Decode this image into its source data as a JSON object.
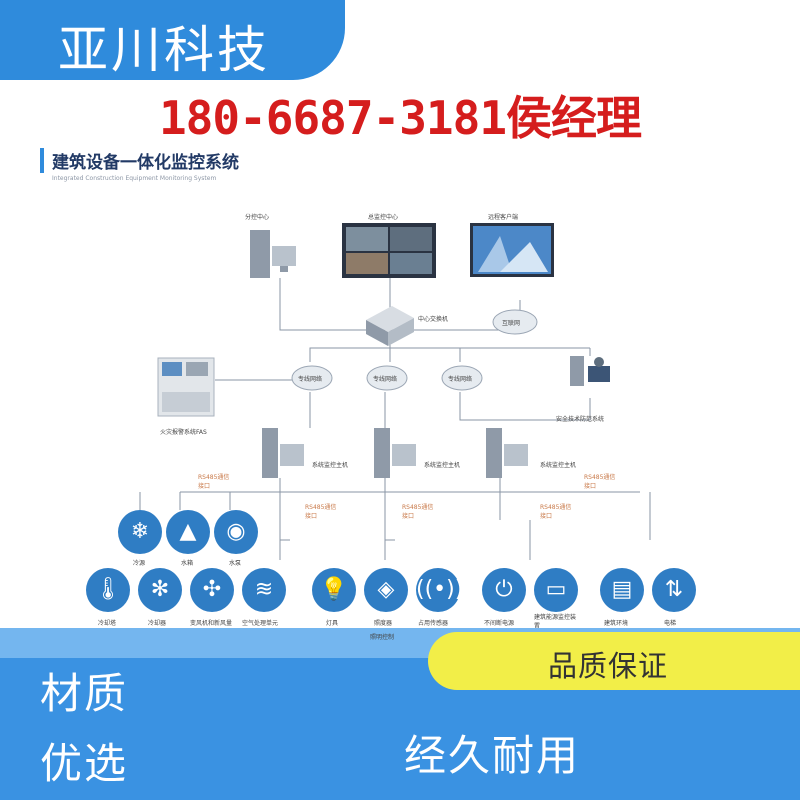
{
  "brand": {
    "name": "亚川科技"
  },
  "contact": {
    "phone": "180-6687-3181侯经理"
  },
  "diagram": {
    "title": "建筑设备一体化监控系统",
    "subtitle": "Integrated Construction Equipment Monitoring System",
    "top_nodes": [
      "分控中心",
      "总监控中心",
      "远程客户端"
    ],
    "switch": "中心交换机",
    "cloud_right": "互联网",
    "mid_clouds": [
      "专线网络",
      "专线网络",
      "专线网络"
    ],
    "fas": "火灾报警系统FAS",
    "security": "安全技术防范系统",
    "hosts": [
      "系统监控主机",
      "系统监控主机",
      "系统监控主机"
    ],
    "rs_label": "RS485通信接口",
    "row1_devices": [
      "冷源",
      "水箱",
      "水泵"
    ],
    "row2_devices": [
      "冷却塔",
      "冷却器",
      "变风机和新风量",
      "空气处理单元",
      "灯具",
      "照度器",
      "占用传感器",
      "不间断电源",
      "建筑能源监控装置",
      "建筑环境",
      "电梯"
    ],
    "lighting_group": "照明控制"
  },
  "banner": {
    "left_line1": "材质",
    "left_line2": "优选",
    "right_text": "经久耐用",
    "quality": "品质保证"
  },
  "colors": {
    "brand_blue": "#2f8bdc",
    "phone_red": "#d51d1d",
    "badge_yellow": "#f2ee48"
  }
}
